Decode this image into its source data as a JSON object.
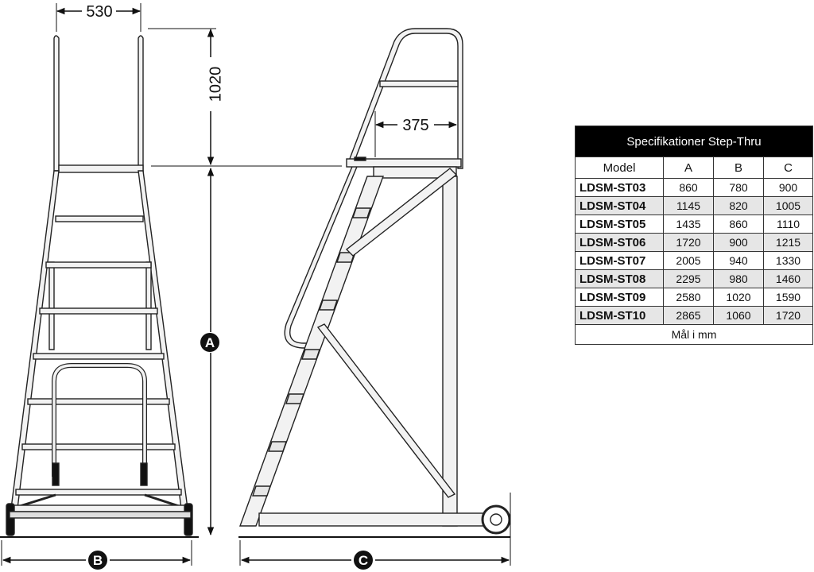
{
  "dimensions": {
    "top_width": "530",
    "handrail_height": "1020",
    "platform_depth": "375",
    "label_a": "A",
    "label_b": "B",
    "label_c": "C"
  },
  "table": {
    "title": "Specifikationer Step-Thru",
    "headers": [
      "Model",
      "A",
      "B",
      "C"
    ],
    "rows": [
      [
        "LDSM-ST03",
        "860",
        "780",
        "900"
      ],
      [
        "LDSM-ST04",
        "1145",
        "820",
        "1005"
      ],
      [
        "LDSM-ST05",
        "1435",
        "860",
        "1110"
      ],
      [
        "LDSM-ST06",
        "1720",
        "900",
        "1215"
      ],
      [
        "LDSM-ST07",
        "2005",
        "940",
        "1330"
      ],
      [
        "LDSM-ST08",
        "2295",
        "980",
        "1460"
      ],
      [
        "LDSM-ST09",
        "2580",
        "1020",
        "1590"
      ],
      [
        "LDSM-ST10",
        "2865",
        "1060",
        "1720"
      ]
    ],
    "footer": "Mål i mm"
  }
}
